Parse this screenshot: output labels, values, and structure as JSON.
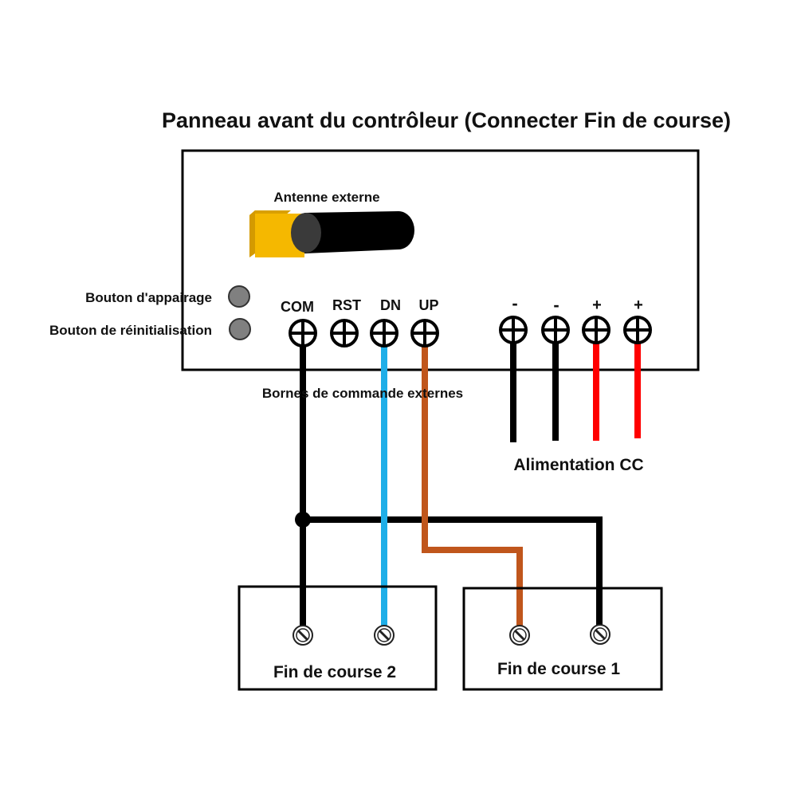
{
  "title": "Panneau avant du contrôleur (Connecter Fin de course)",
  "colors": {
    "wire_black": "#000000",
    "wire_blue": "#1eaee8",
    "wire_brown": "#c0561c",
    "wire_red": "#ff0000",
    "antenna_connector": "#f5b800",
    "antenna_body": "#000000",
    "antenna_cap": "#3a3a3a",
    "button_fill": "#808080"
  },
  "controller": {
    "antenna_label": "Antenne externe",
    "buttons": [
      {
        "label": "Bouton d'appairage",
        "icon": "pairing-button"
      },
      {
        "label": "Bouton de réinitialisation",
        "icon": "reset-button"
      }
    ],
    "control_terminals": [
      {
        "label": "COM",
        "wire": "black"
      },
      {
        "label": "RST",
        "wire": "none"
      },
      {
        "label": "DN",
        "wire": "blue"
      },
      {
        "label": "UP",
        "wire": "brown"
      }
    ],
    "control_terminals_label": "Bornes de commande externes",
    "power_terminals": [
      {
        "label": "-",
        "wire": "black"
      },
      {
        "label": "-",
        "wire": "black"
      },
      {
        "label": "+",
        "wire": "red"
      },
      {
        "label": "+",
        "wire": "red"
      }
    ],
    "power_label": "Alimentation CC"
  },
  "limit_switches": [
    {
      "label": "Fin de course 2",
      "terminals": [
        "COM",
        "DN"
      ]
    },
    {
      "label": "Fin de course 1",
      "terminals": [
        "UP",
        "COM"
      ]
    }
  ]
}
